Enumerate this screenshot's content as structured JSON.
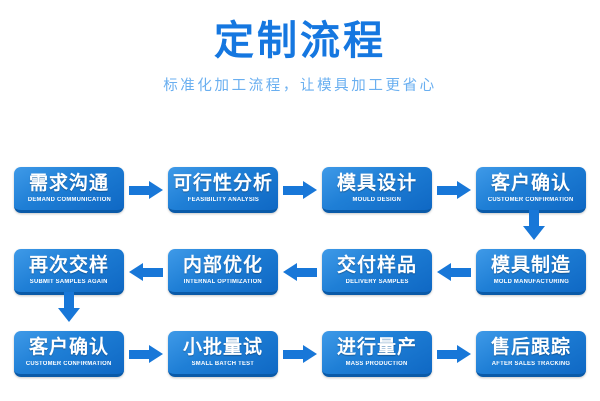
{
  "header": {
    "title": "定制流程",
    "subtitle": "标准化加工流程，让模具加工更省心",
    "title_color": "#1577e0",
    "subtitle_color": "#6aaff0"
  },
  "theme": {
    "background": "#ffffff",
    "node_gradient_from": "#3f9ae8",
    "node_gradient_to": "#0f68c4",
    "node_bottom_edge": "#0a5aa8",
    "arrow_color": "#1877d8",
    "node_text_color": "#ffffff"
  },
  "flow": {
    "rows": [
      {
        "direction": "left-to-right",
        "nodes": [
          {
            "cn": "需求沟通",
            "en": "DEMAND COMMUNICATION"
          },
          {
            "cn": "可行性分析",
            "en": "FEASIBILITY ANALYSIS"
          },
          {
            "cn": "模具设计",
            "en": "MOULD DESIGN"
          },
          {
            "cn": "客户确认",
            "en": "CUSTOMER CONFIRMATION"
          }
        ]
      },
      {
        "direction": "right-to-left",
        "nodes": [
          {
            "cn": "再次交样",
            "en": "SUBMIT SAMPLES AGAIN"
          },
          {
            "cn": "内部优化",
            "en": "INTERNAL OPTIMIZATION"
          },
          {
            "cn": "交付样品",
            "en": "DELIVERY SAMPLES"
          },
          {
            "cn": "模具制造",
            "en": "MOLD MANUFACTURING"
          }
        ]
      },
      {
        "direction": "left-to-right",
        "nodes": [
          {
            "cn": "客户确认",
            "en": "CUSTOMER CONFIRMATION"
          },
          {
            "cn": "小批量试",
            "en": "SMALL BATCH TEST"
          },
          {
            "cn": "进行量产",
            "en": "MASS PRODUCTION"
          },
          {
            "cn": "售后跟踪",
            "en": "AFTER SALES TRACKING"
          }
        ]
      }
    ],
    "connectors": [
      {
        "name": "row1-to-row2-down-arrow",
        "icon": "arrow-down-icon",
        "position": "right"
      },
      {
        "name": "row2-to-row3-down-arrow",
        "icon": "arrow-down-icon",
        "position": "left"
      }
    ]
  }
}
